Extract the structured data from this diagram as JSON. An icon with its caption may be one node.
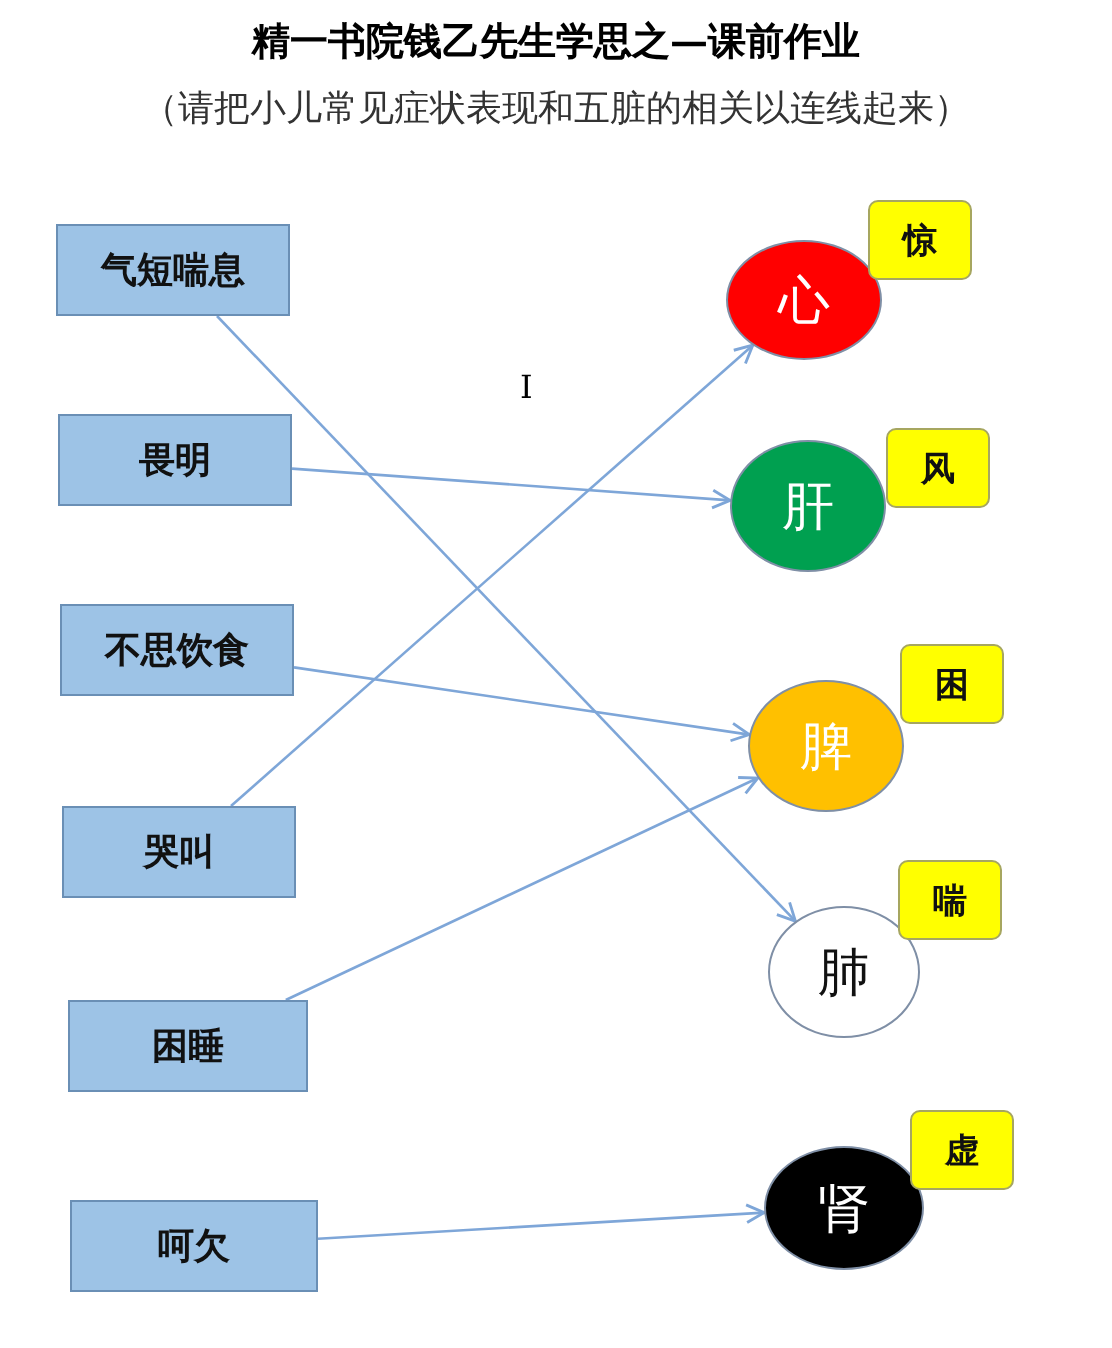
{
  "diagram": {
    "title": "精一书院钱乙先生学思之—课前作业",
    "caption": "（请把小儿常见症状表现和五脏的相关以连线起来）",
    "nodes": [
      {
        "text": [
          "气短喘息"
        ]
      },
      {
        "text": [
          "畏明"
        ]
      },
      {
        "text": [
          "不思饮食"
        ]
      },
      {
        "text": [
          "哭叫"
        ]
      },
      {
        "text": [
          "困睡"
        ]
      },
      {
        "text": [
          "呵欠"
        ]
      },
      {
        "text": [
          "心"
        ]
      },
      {
        "text": [
          "惊"
        ]
      },
      {
        "text": [
          "肝"
        ]
      },
      {
        "text": [
          "风"
        ]
      },
      {
        "text": [
          "脾"
        ]
      },
      {
        "text": [
          "困"
        ]
      },
      {
        "text": [
          "肺"
        ]
      },
      {
        "text": [
          "喘"
        ]
      },
      {
        "text": [
          "肾"
        ]
      },
      {
        "text": [
          "虚"
        ]
      }
    ],
    "edges": [
      {
        "from": 0,
        "to": 12,
        "arrow": "to"
      },
      {
        "from": 1,
        "to": 8,
        "arrow": "to"
      },
      {
        "from": 2,
        "to": 10,
        "arrow": "to"
      },
      {
        "from": 3,
        "to": 6,
        "arrow": "to"
      },
      {
        "from": 4,
        "to": 10,
        "arrow": "to"
      },
      {
        "from": 5,
        "to": 14,
        "arrow": "to"
      }
    ],
    "labels": [
      "I"
    ]
  }
}
